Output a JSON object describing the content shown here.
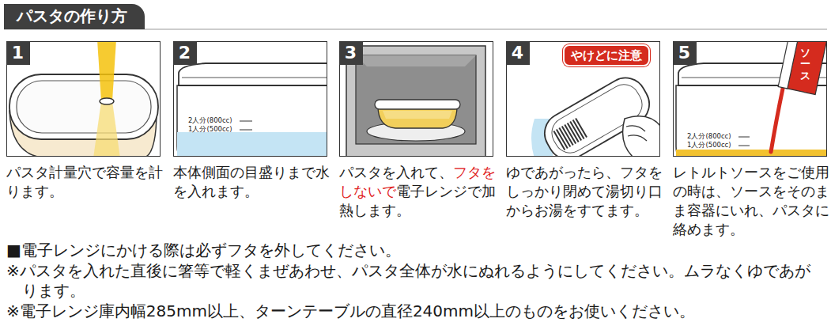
{
  "diagram": {
    "title": "パスタの作り方",
    "nodes": [
      {
        "text": [
          "1",
          "パスタ計量穴で容量を計ります。"
        ]
      },
      {
        "text": [
          "2",
          "本体側面の目盛りまで水を入れます。"
        ]
      },
      {
        "text": [
          "3",
          "パスタを入れて、",
          "フタをしないで",
          "電子レンジで加熱します。"
        ]
      },
      {
        "text": [
          "4",
          "ゆであがったら、フタをしっかり閉めて湯切り口からお湯をすてます。"
        ]
      },
      {
        "text": [
          "5",
          "レトルトソースをご使用の時は、ソースをそのまま容器にいれ、パスタに絡めます。"
        ]
      }
    ],
    "labels": [
      "2人分(800cc)",
      "1人分(500cc)",
      "やけどに注意",
      "ソース",
      "2人分(800cc)",
      "1人分(500cc)",
      "■電子レンジにかける際は必ずフタを外してください。",
      "※パスタを入れた直後に箸等で軽くまぜあわせ、パスタ全体が水にぬれるようにしてください。ムラなくゆであがります。",
      "※電子レンジ庫内幅285mm以上、ターンテーブルの直径240mm以上のものをお使いください。"
    ]
  }
}
